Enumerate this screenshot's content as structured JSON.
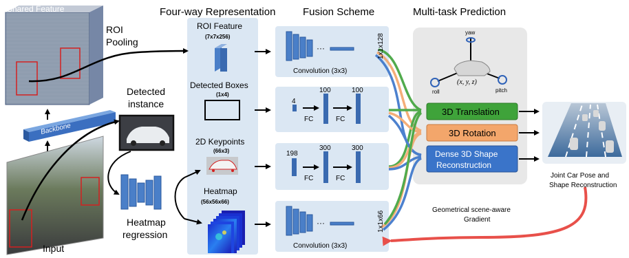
{
  "headers": {
    "representation": "Four-way Representation",
    "fusion": "Fusion Scheme",
    "prediction": "Multi-task Prediction"
  },
  "left": {
    "shared_feature": "Shared Feature",
    "roi_pooling_1": "ROI",
    "roi_pooling_2": "Pooling",
    "backbone": "Backbone",
    "detected_instance_1": "Detected",
    "detected_instance_2": "instance",
    "input": "Input",
    "heatmap_regression_1": "Heatmap",
    "heatmap_regression_2": "regression"
  },
  "representation": {
    "roi_feature": "ROI Feature",
    "roi_feature_dim": "(7x7x256)",
    "detected_boxes": "Detected Boxes",
    "detected_boxes_dim": "(1x4)",
    "keypoints": "2D Keypoints",
    "keypoints_dim": "(66x3)",
    "heatmap": "Heatmap",
    "heatmap_dim": "(56x56x66)"
  },
  "fusion": {
    "conv_label": "Convolution (3x3)",
    "conv_top_dim": "1x1x128",
    "conv_bottom_dim": "1x1x66",
    "dots": "···",
    "fc": "FC",
    "box_in": "4",
    "box_mid": "100",
    "box_out": "100",
    "kp_in": "198",
    "kp_mid": "300",
    "kp_out": "300"
  },
  "prediction": {
    "yaw": "yaw",
    "roll": "roll",
    "pitch": "pitch",
    "xyz": "(x, y, z)",
    "translation": "3D Translation",
    "rotation": "3D Rotation",
    "shape_1": "Dense 3D Shape",
    "shape_2": "Reconstruction"
  },
  "output": {
    "joint_1": "Joint Car Pose and",
    "joint_2": "Shape Reconstruction",
    "gradient_1": "Geometrical scene-aware",
    "gradient_2": "Gradient"
  },
  "colors": {
    "panel": "#dbe7f3",
    "prediction_panel": "#e8e8e8",
    "blue_block": "#4a7fc8",
    "translation": "#3fa33a",
    "rotation": "#f3a66b",
    "shape": "#3a74c9",
    "gradient_arrow": "#e8504a"
  }
}
